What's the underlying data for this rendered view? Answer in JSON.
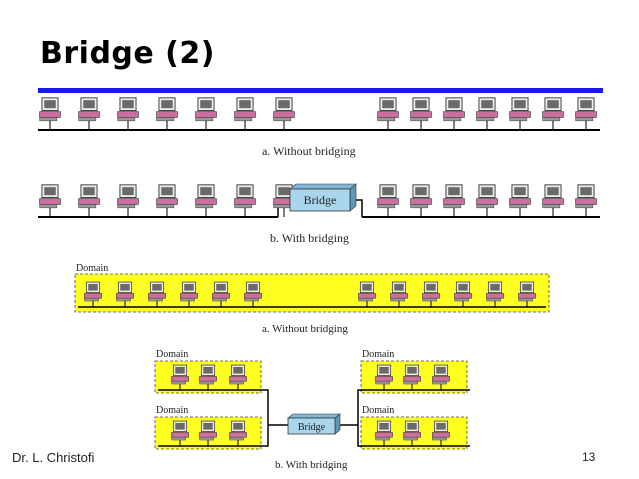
{
  "slide": {
    "title": "Bridge (2)",
    "footer_left": "Dr. L. Christofi",
    "page_number": "13"
  },
  "colors": {
    "accent_rule": "#1a1aee",
    "domain_fill": "#ffff22",
    "bridge_fill": "#a9d6ec",
    "computer": "#cc6fa0"
  },
  "top_diagram": {
    "caption_without": "a. Without bridging",
    "caption_with": "b. With bridging",
    "bridge_label": "Bridge"
  },
  "bottom_diagram": {
    "domain_label": "Domain",
    "caption_without": "a. Without bridging",
    "caption_with": "b. With bridging",
    "bridge_label": "Bridge"
  }
}
